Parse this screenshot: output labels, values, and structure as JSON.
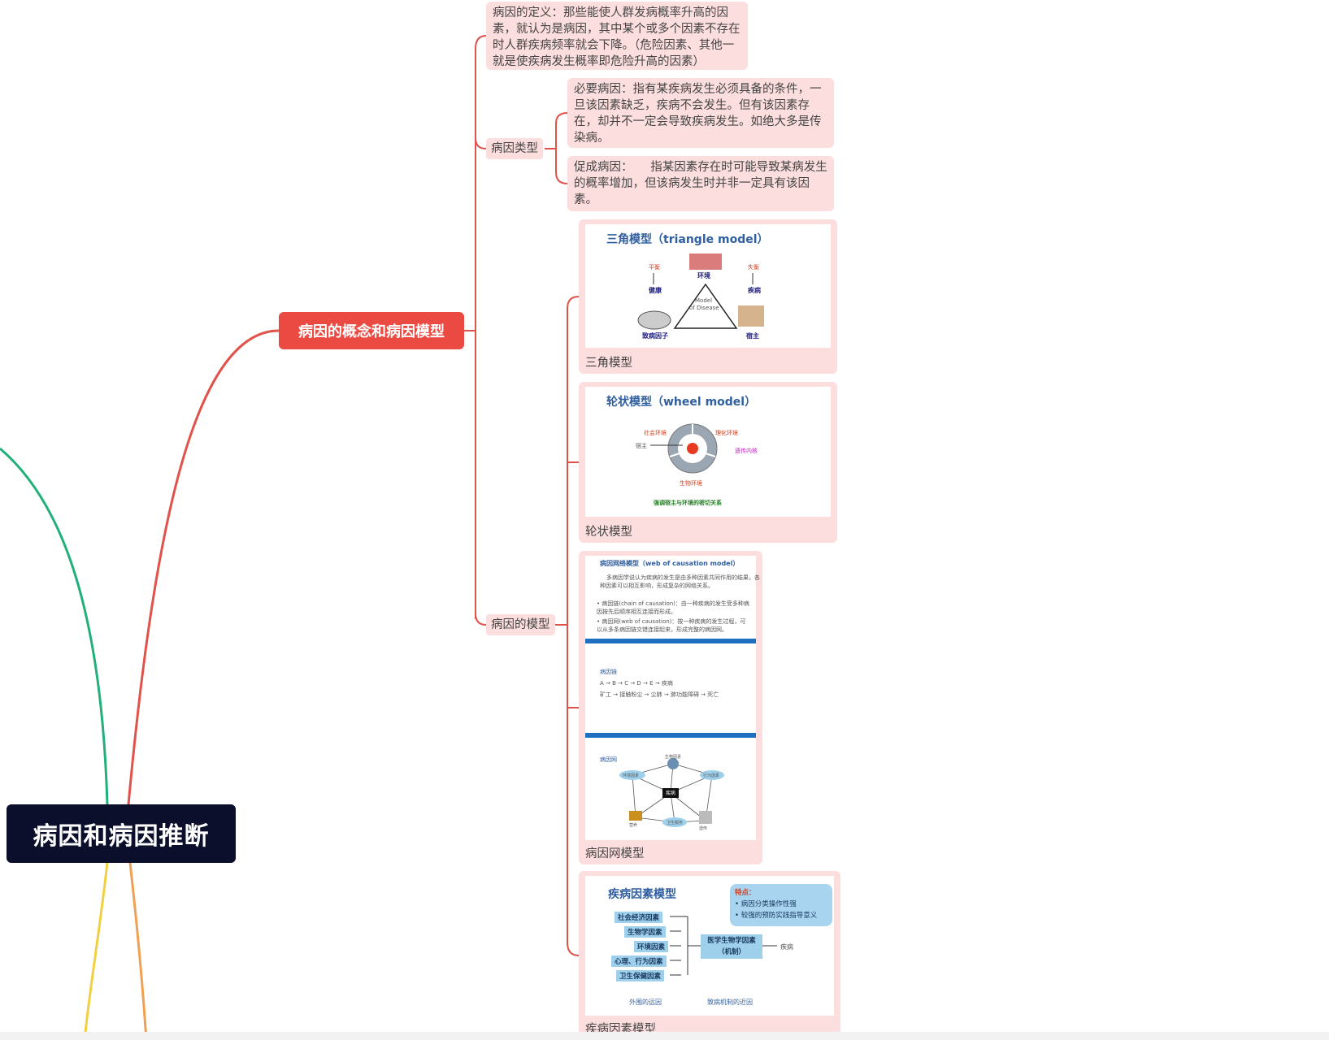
{
  "root": {
    "label": "病因和病因推断"
  },
  "main_topic": {
    "label": "病因的概念和病因模型"
  },
  "definition": {
    "text": "病因的定义：那些能使人群发病概率升高的因素，就认为是病因，其中某个或多个因素不存在时人群疾病频率就会下降。（危险因素、其他一就是使疾病发生概率即危险升高的因素）"
  },
  "types": {
    "label": "病因类型",
    "necessary": "必要病因：指有某疾病发生必须具备的条件，一旦该因素缺乏，疾病不会发生。但有该因素存在，却并不一定会导致疾病发生。如绝大多是传染病。",
    "promoting": "促成病因：　　指某因素存在时可能导致某病发生的概率增加，但该病发生时并非一定具有该因素。"
  },
  "models": {
    "label": "病因的模型",
    "triangle": {
      "caption": "三角模型",
      "title": "三角模型（triangle model）",
      "center": [
        "Model",
        "of Disease"
      ],
      "labels": {
        "top": "环境",
        "left_bottom": "致病因子",
        "right_bottom": "宿主",
        "left_top": "平衡",
        "left_mid": "健康",
        "right_top": "失衡",
        "right_mid": "疾病"
      }
    },
    "wheel": {
      "caption": "轮状模型",
      "title": "轮状模型（wheel model）",
      "labels": {
        "social": "社会环境",
        "physical": "理化环境",
        "host": "宿主",
        "genetic": "遗传内核",
        "biological": "生物环境",
        "bottom": "强调宿主与环境的密切关系"
      }
    },
    "web": {
      "caption": "病因网模型",
      "title": "病因网络模型（web of causation model）",
      "para": [
        "多病因学说认为疾病的发生是由多种因素共同作用的结果，各",
        "种因素可以相互影响，形成复杂的网络关系。"
      ],
      "bullets": [
        "• 病因链(chain of causation)：由一种疾病的发生受多种病",
        "  因按先后顺序相互连接而形成。",
        "• 病因网(web of causation)：按一种疾病的发生过程，可",
        "  以从多条病因链交错连接起来，形成完整的病因网。"
      ],
      "chain_label": "病因链",
      "chain_1": "A → B → C → D → E → 疾病",
      "chain_2": "矿工 → 接触粉尘 → 尘肺 → 肺功能障碍 → 死亡",
      "web_label": "病因网",
      "center": "疾病",
      "nodes": [
        "环境因素",
        "生物因素",
        "行为因素",
        "卫生服务",
        "营养",
        "遗传"
      ]
    },
    "factor": {
      "caption": "疾病因素模型",
      "title": "疾病因素模型",
      "note_title": "特点：",
      "note_points": [
        "• 病因分类操作性强",
        "• 较强的预防实践指导意义"
      ],
      "factors": [
        "社会经济因素",
        "生物学因素",
        "环境因素",
        "心理、行为因素",
        "卫生保健因素"
      ],
      "mechanism": [
        "医学生物学因素",
        "（机制）"
      ],
      "outcome": "疾病",
      "footer_left": "外围的远因",
      "footer_right": "致病机制的近因"
    }
  },
  "colors": {
    "root_bg": "#0b0f2b",
    "main_bg": "#ea4a42",
    "box_bg": "#fddede",
    "red_line": "#e0524a",
    "green_line": "#22b07a",
    "yellow_line": "#f0d040",
    "orange_line": "#f0a050"
  }
}
